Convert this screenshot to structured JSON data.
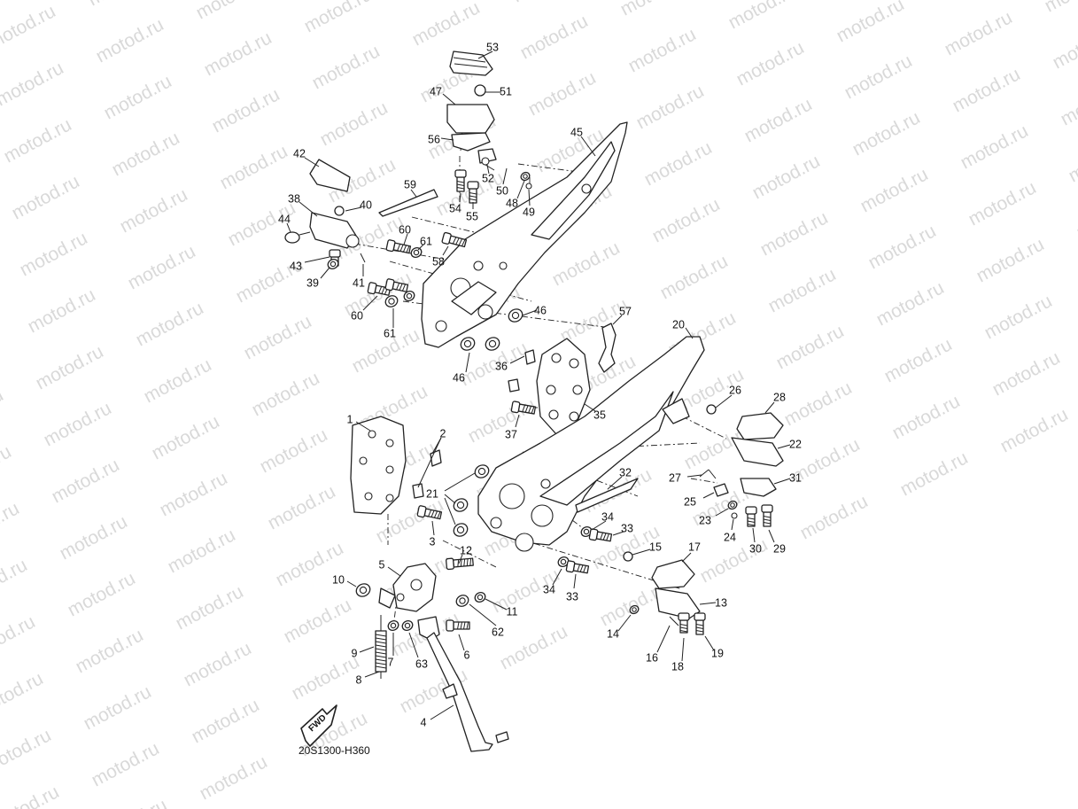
{
  "watermark_text": "motod.ru",
  "diagram_code": "20S1300-H360",
  "fwd_label": "FWD",
  "callouts": [
    {
      "id": "53",
      "label": "53"
    },
    {
      "id": "47",
      "label": "47"
    },
    {
      "id": "51",
      "label": "51"
    },
    {
      "id": "56",
      "label": "56"
    },
    {
      "id": "45",
      "label": "45"
    },
    {
      "id": "52",
      "label": "52"
    },
    {
      "id": "50",
      "label": "50"
    },
    {
      "id": "48",
      "label": "48"
    },
    {
      "id": "49",
      "label": "49"
    },
    {
      "id": "54",
      "label": "54"
    },
    {
      "id": "55",
      "label": "55"
    },
    {
      "id": "42",
      "label": "42"
    },
    {
      "id": "59",
      "label": "59"
    },
    {
      "id": "38",
      "label": "38"
    },
    {
      "id": "40",
      "label": "40"
    },
    {
      "id": "44",
      "label": "44"
    },
    {
      "id": "60a",
      "label": "60"
    },
    {
      "id": "61a",
      "label": "61"
    },
    {
      "id": "58",
      "label": "58"
    },
    {
      "id": "43",
      "label": "43"
    },
    {
      "id": "39",
      "label": "39"
    },
    {
      "id": "41",
      "label": "41"
    },
    {
      "id": "60b",
      "label": "60"
    },
    {
      "id": "61b",
      "label": "61"
    },
    {
      "id": "46a",
      "label": "46"
    },
    {
      "id": "57",
      "label": "57"
    },
    {
      "id": "20",
      "label": "20"
    },
    {
      "id": "36",
      "label": "36"
    },
    {
      "id": "46b",
      "label": "46"
    },
    {
      "id": "35",
      "label": "35"
    },
    {
      "id": "37",
      "label": "37"
    },
    {
      "id": "26",
      "label": "26"
    },
    {
      "id": "28",
      "label": "28"
    },
    {
      "id": "22",
      "label": "22"
    },
    {
      "id": "1",
      "label": "1"
    },
    {
      "id": "2",
      "label": "2"
    },
    {
      "id": "32",
      "label": "32"
    },
    {
      "id": "27",
      "label": "27"
    },
    {
      "id": "31",
      "label": "31"
    },
    {
      "id": "21",
      "label": "21"
    },
    {
      "id": "25",
      "label": "25"
    },
    {
      "id": "23",
      "label": "23"
    },
    {
      "id": "34a",
      "label": "34"
    },
    {
      "id": "33a",
      "label": "33"
    },
    {
      "id": "24",
      "label": "24"
    },
    {
      "id": "30",
      "label": "30"
    },
    {
      "id": "29",
      "label": "29"
    },
    {
      "id": "3",
      "label": "3"
    },
    {
      "id": "12",
      "label": "12"
    },
    {
      "id": "15",
      "label": "15"
    },
    {
      "id": "17",
      "label": "17"
    },
    {
      "id": "5",
      "label": "5"
    },
    {
      "id": "34b",
      "label": "34"
    },
    {
      "id": "33b",
      "label": "33"
    },
    {
      "id": "10",
      "label": "10"
    },
    {
      "id": "11",
      "label": "11"
    },
    {
      "id": "13",
      "label": "13"
    },
    {
      "id": "62",
      "label": "62"
    },
    {
      "id": "14",
      "label": "14"
    },
    {
      "id": "9",
      "label": "9"
    },
    {
      "id": "7",
      "label": "7"
    },
    {
      "id": "63",
      "label": "63"
    },
    {
      "id": "6",
      "label": "6"
    },
    {
      "id": "16",
      "label": "16"
    },
    {
      "id": "18",
      "label": "18"
    },
    {
      "id": "19",
      "label": "19"
    },
    {
      "id": "8",
      "label": "8"
    },
    {
      "id": "4",
      "label": "4"
    }
  ]
}
